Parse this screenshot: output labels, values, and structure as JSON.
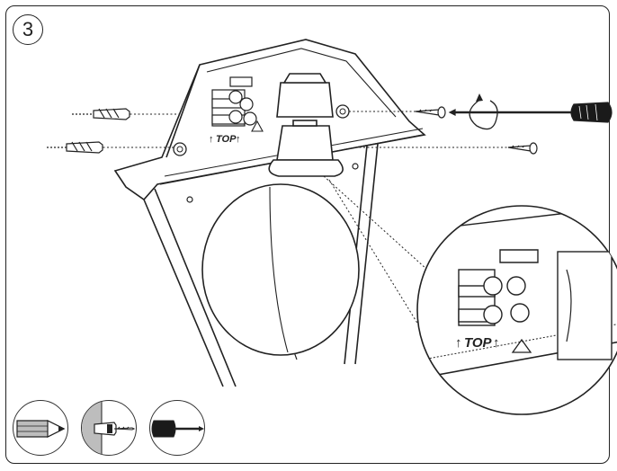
{
  "step": {
    "number": "3"
  },
  "labels": {
    "top_marking": "TOP",
    "top_marking_zoom": "TOP"
  },
  "colors": {
    "line": "#222222",
    "grip": "#1a1a1a",
    "shade": "#bdbdbd"
  },
  "tools": [
    {
      "icon": "pencil-icon"
    },
    {
      "icon": "wall-plug-screw-icon"
    },
    {
      "icon": "screwdriver-icon"
    }
  ]
}
